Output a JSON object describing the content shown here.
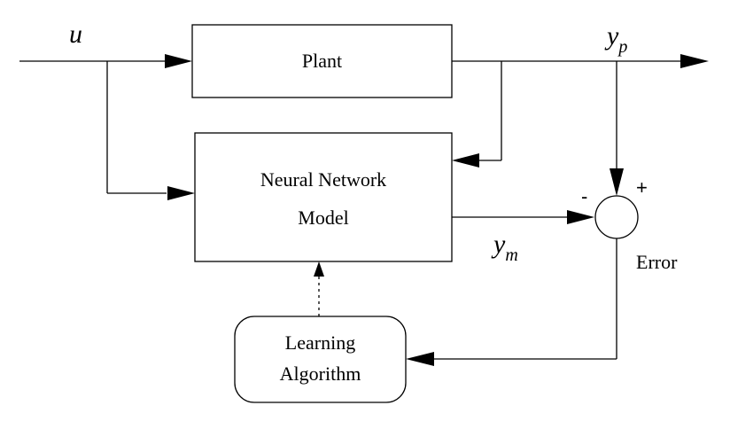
{
  "blocks": {
    "plant": {
      "label": "Plant"
    },
    "nn_model": {
      "line1": "Neural Network",
      "line2": "Model"
    },
    "learning": {
      "line1": "Learning",
      "line2": "Algorithm"
    }
  },
  "signals": {
    "input": "u",
    "plant_output": {
      "base": "y",
      "sub": "p"
    },
    "model_output": {
      "base": "y",
      "sub": "m"
    }
  },
  "summing_junction": {
    "minus": "-",
    "plus": "+",
    "label": "Error"
  }
}
